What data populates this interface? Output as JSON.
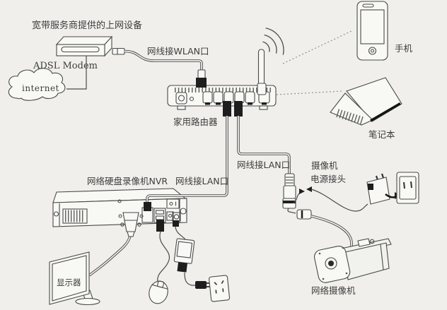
{
  "diagram": {
    "colors": {
      "background": "#f0efec",
      "line": "#4a4a4a",
      "text": "#3d3d3d",
      "fill": "#f8f8f5",
      "dark": "#1e1e1e",
      "dotted": "#8a8a8a"
    },
    "labels": {
      "isp_device": "宽带服务商提供的上网设备",
      "adsl_modem": "ADSL Modem",
      "internet": "internet",
      "wlan_cable": "网线接WLAN口",
      "home_router": "家用路由器",
      "phone": "手机",
      "laptop": "笔记本",
      "lan_cable_camera": "网线接LAN口",
      "lan_cable_nvr": "网线接LAN口",
      "nvr": "网络硬盘录像机NVR",
      "camera_power_1": "摄像机",
      "camera_power_2": "电源接头",
      "monitor": "显示器",
      "ip_camera": "网络摄像机"
    }
  }
}
